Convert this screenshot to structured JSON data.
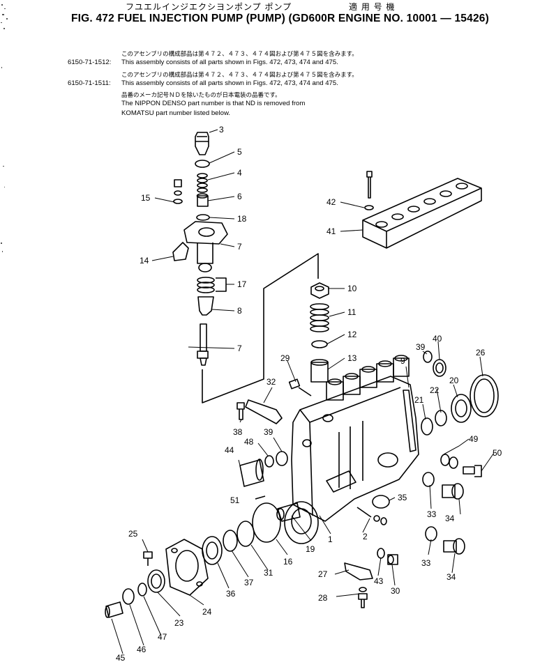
{
  "header": {
    "jp_title": "フユエルインジエクシヨンポンプ ポンプ",
    "usage_label": "適 用 号 機",
    "title": "FIG. 472  FUEL INJECTION PUMP (PUMP) (GD600R ENGINE NO. 10001 — 15426)"
  },
  "notes": {
    "line1_jp": "このアセンブリの構成部品は第４７２、４７３、４７４図および第４７５図を含みます。",
    "line1_pn": "6150-71-1512:",
    "line1_en": "This assembly consists of all parts shown in Figs. 472, 473, 474 and 475.",
    "line2_jp": "このアセンブリの構成部品は第４７２、４７３、４７４図および第４７５図を含みます。",
    "line2_pn": "6150-71-1511:",
    "line2_en": "This assembly consists of all parts shown in Figs. 472, 473, 474 and 475.",
    "line3_jp": "品番のメーカ記号ＮＤを除いたものが日本電装の品番です。",
    "line3_en": "The NIPPON DENSO part number is that ND is removed from",
    "line4_en": "KOMATSU part number listed below."
  },
  "callouts": [
    "3",
    "5",
    "4",
    "6",
    "15",
    "18",
    "7",
    "14",
    "17",
    "10",
    "8",
    "11",
    "12",
    "7",
    "13",
    "42",
    "41",
    "29",
    "32",
    "9",
    "39",
    "40",
    "26",
    "22",
    "20",
    "21",
    "38",
    "48",
    "39",
    "44",
    "49",
    "50",
    "51",
    "35",
    "33",
    "34",
    "2",
    "25",
    "19",
    "1",
    "36",
    "37",
    "31",
    "16",
    "43",
    "30",
    "27",
    "28",
    "24",
    "23",
    "47",
    "46",
    "45",
    "33",
    "34"
  ]
}
